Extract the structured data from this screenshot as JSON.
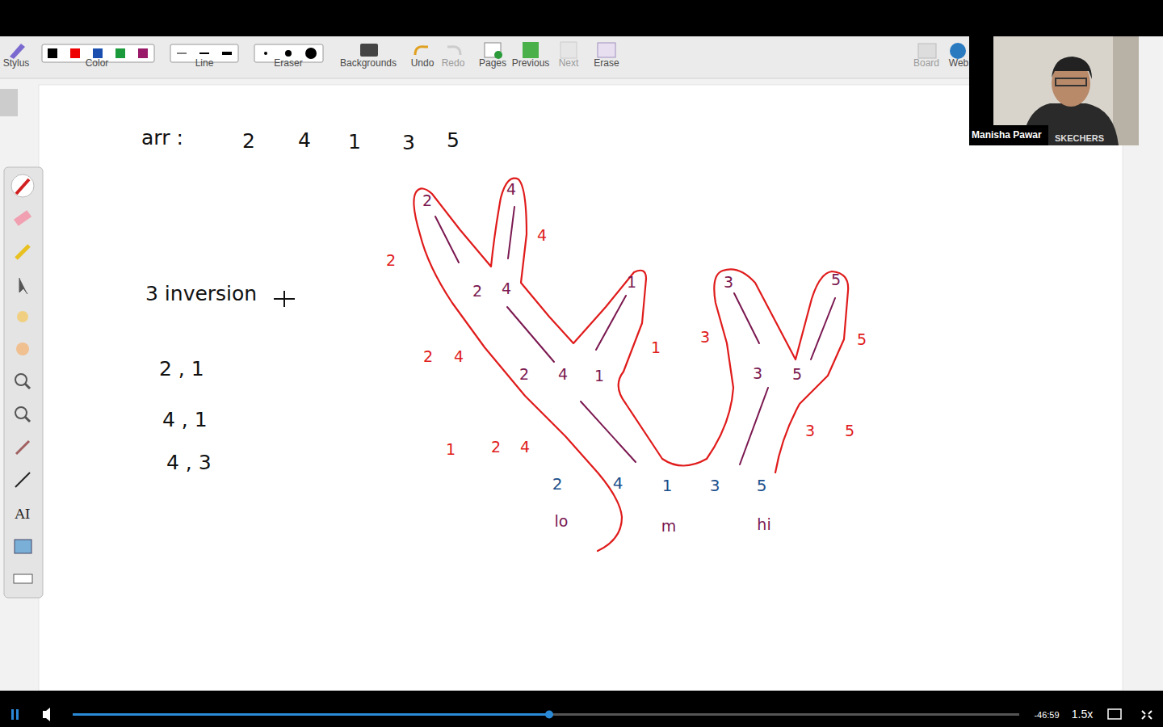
{
  "diagram": {
    "labels": [
      "Stylus",
      "Color",
      "Line",
      "Eraser",
      "Backgrounds",
      "Undo",
      "Redo",
      "Pages",
      "Previous",
      "Next",
      "Erase",
      "Board",
      "Web",
      "Manisha Pawar",
      "SKECHERS",
      "AI",
      "arr :",
      "2",
      "4",
      "1",
      "3",
      "5",
      "2",
      "4",
      "2",
      "4",
      "1",
      "2",
      "4",
      "1",
      "3",
      "5",
      "3",
      "5",
      "4",
      "2",
      "2",
      "4",
      "1",
      "3",
      "5",
      "1",
      "2",
      "4",
      "3",
      "5",
      "2",
      "4",
      "1",
      "3",
      "5",
      "lo",
      "m",
      "hi",
      "3 inversion",
      "2 , 1",
      "4 , 1",
      "4 , 3",
      "-46:59",
      "1.5x"
    ]
  }
}
